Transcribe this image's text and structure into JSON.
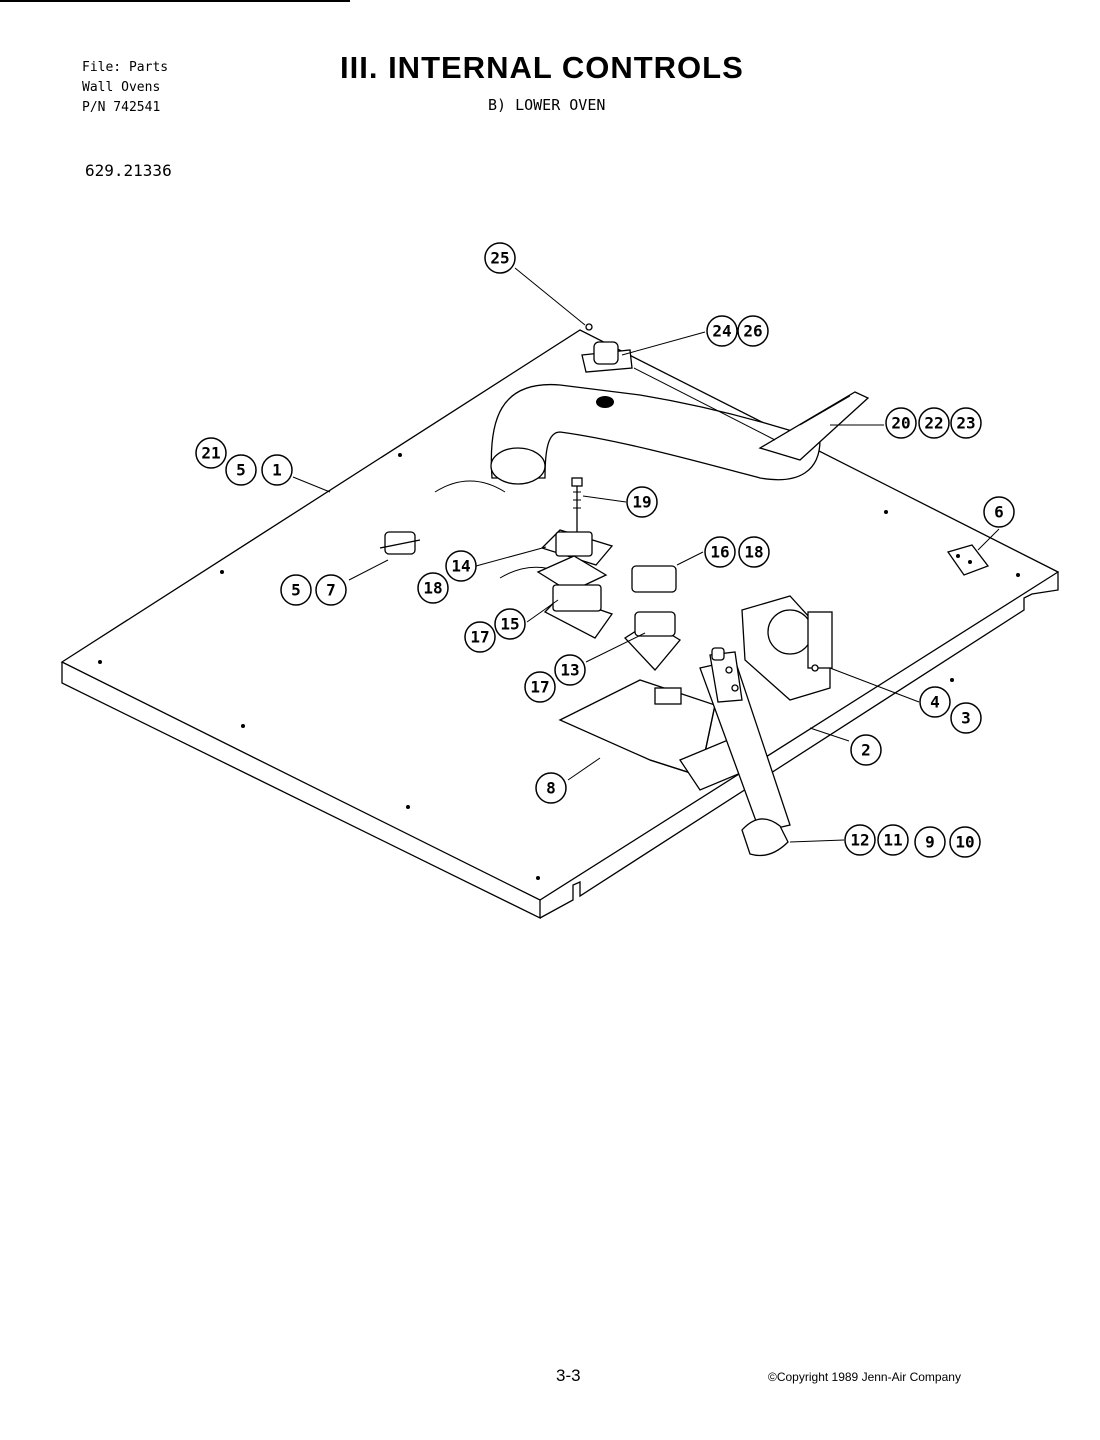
{
  "header": {
    "file_lines": [
      "File: Parts",
      "Wall Ovens",
      "P/N 742541"
    ],
    "title": "III. INTERNAL CONTROLS",
    "subtitle": "B) LOWER OVEN",
    "model": "629.21336"
  },
  "footer": {
    "page": "3-3",
    "copyright": "©Copyright 1989 Jenn-Air Company"
  },
  "callouts": [
    {
      "label": "25"
    },
    {
      "label": "24"
    },
    {
      "label": "26"
    },
    {
      "label": "20"
    },
    {
      "label": "22"
    },
    {
      "label": "23"
    },
    {
      "label": "21"
    },
    {
      "label": "5"
    },
    {
      "label": "1"
    },
    {
      "label": "19"
    },
    {
      "label": "6"
    },
    {
      "label": "14"
    },
    {
      "label": "18"
    },
    {
      "label": "16"
    },
    {
      "label": "18"
    },
    {
      "label": "5"
    },
    {
      "label": "7"
    },
    {
      "label": "17"
    },
    {
      "label": "15"
    },
    {
      "label": "17"
    },
    {
      "label": "13"
    },
    {
      "label": "4"
    },
    {
      "label": "3"
    },
    {
      "label": "2"
    },
    {
      "label": "8"
    },
    {
      "label": "12"
    },
    {
      "label": "11"
    },
    {
      "label": "9"
    },
    {
      "label": "10"
    }
  ]
}
